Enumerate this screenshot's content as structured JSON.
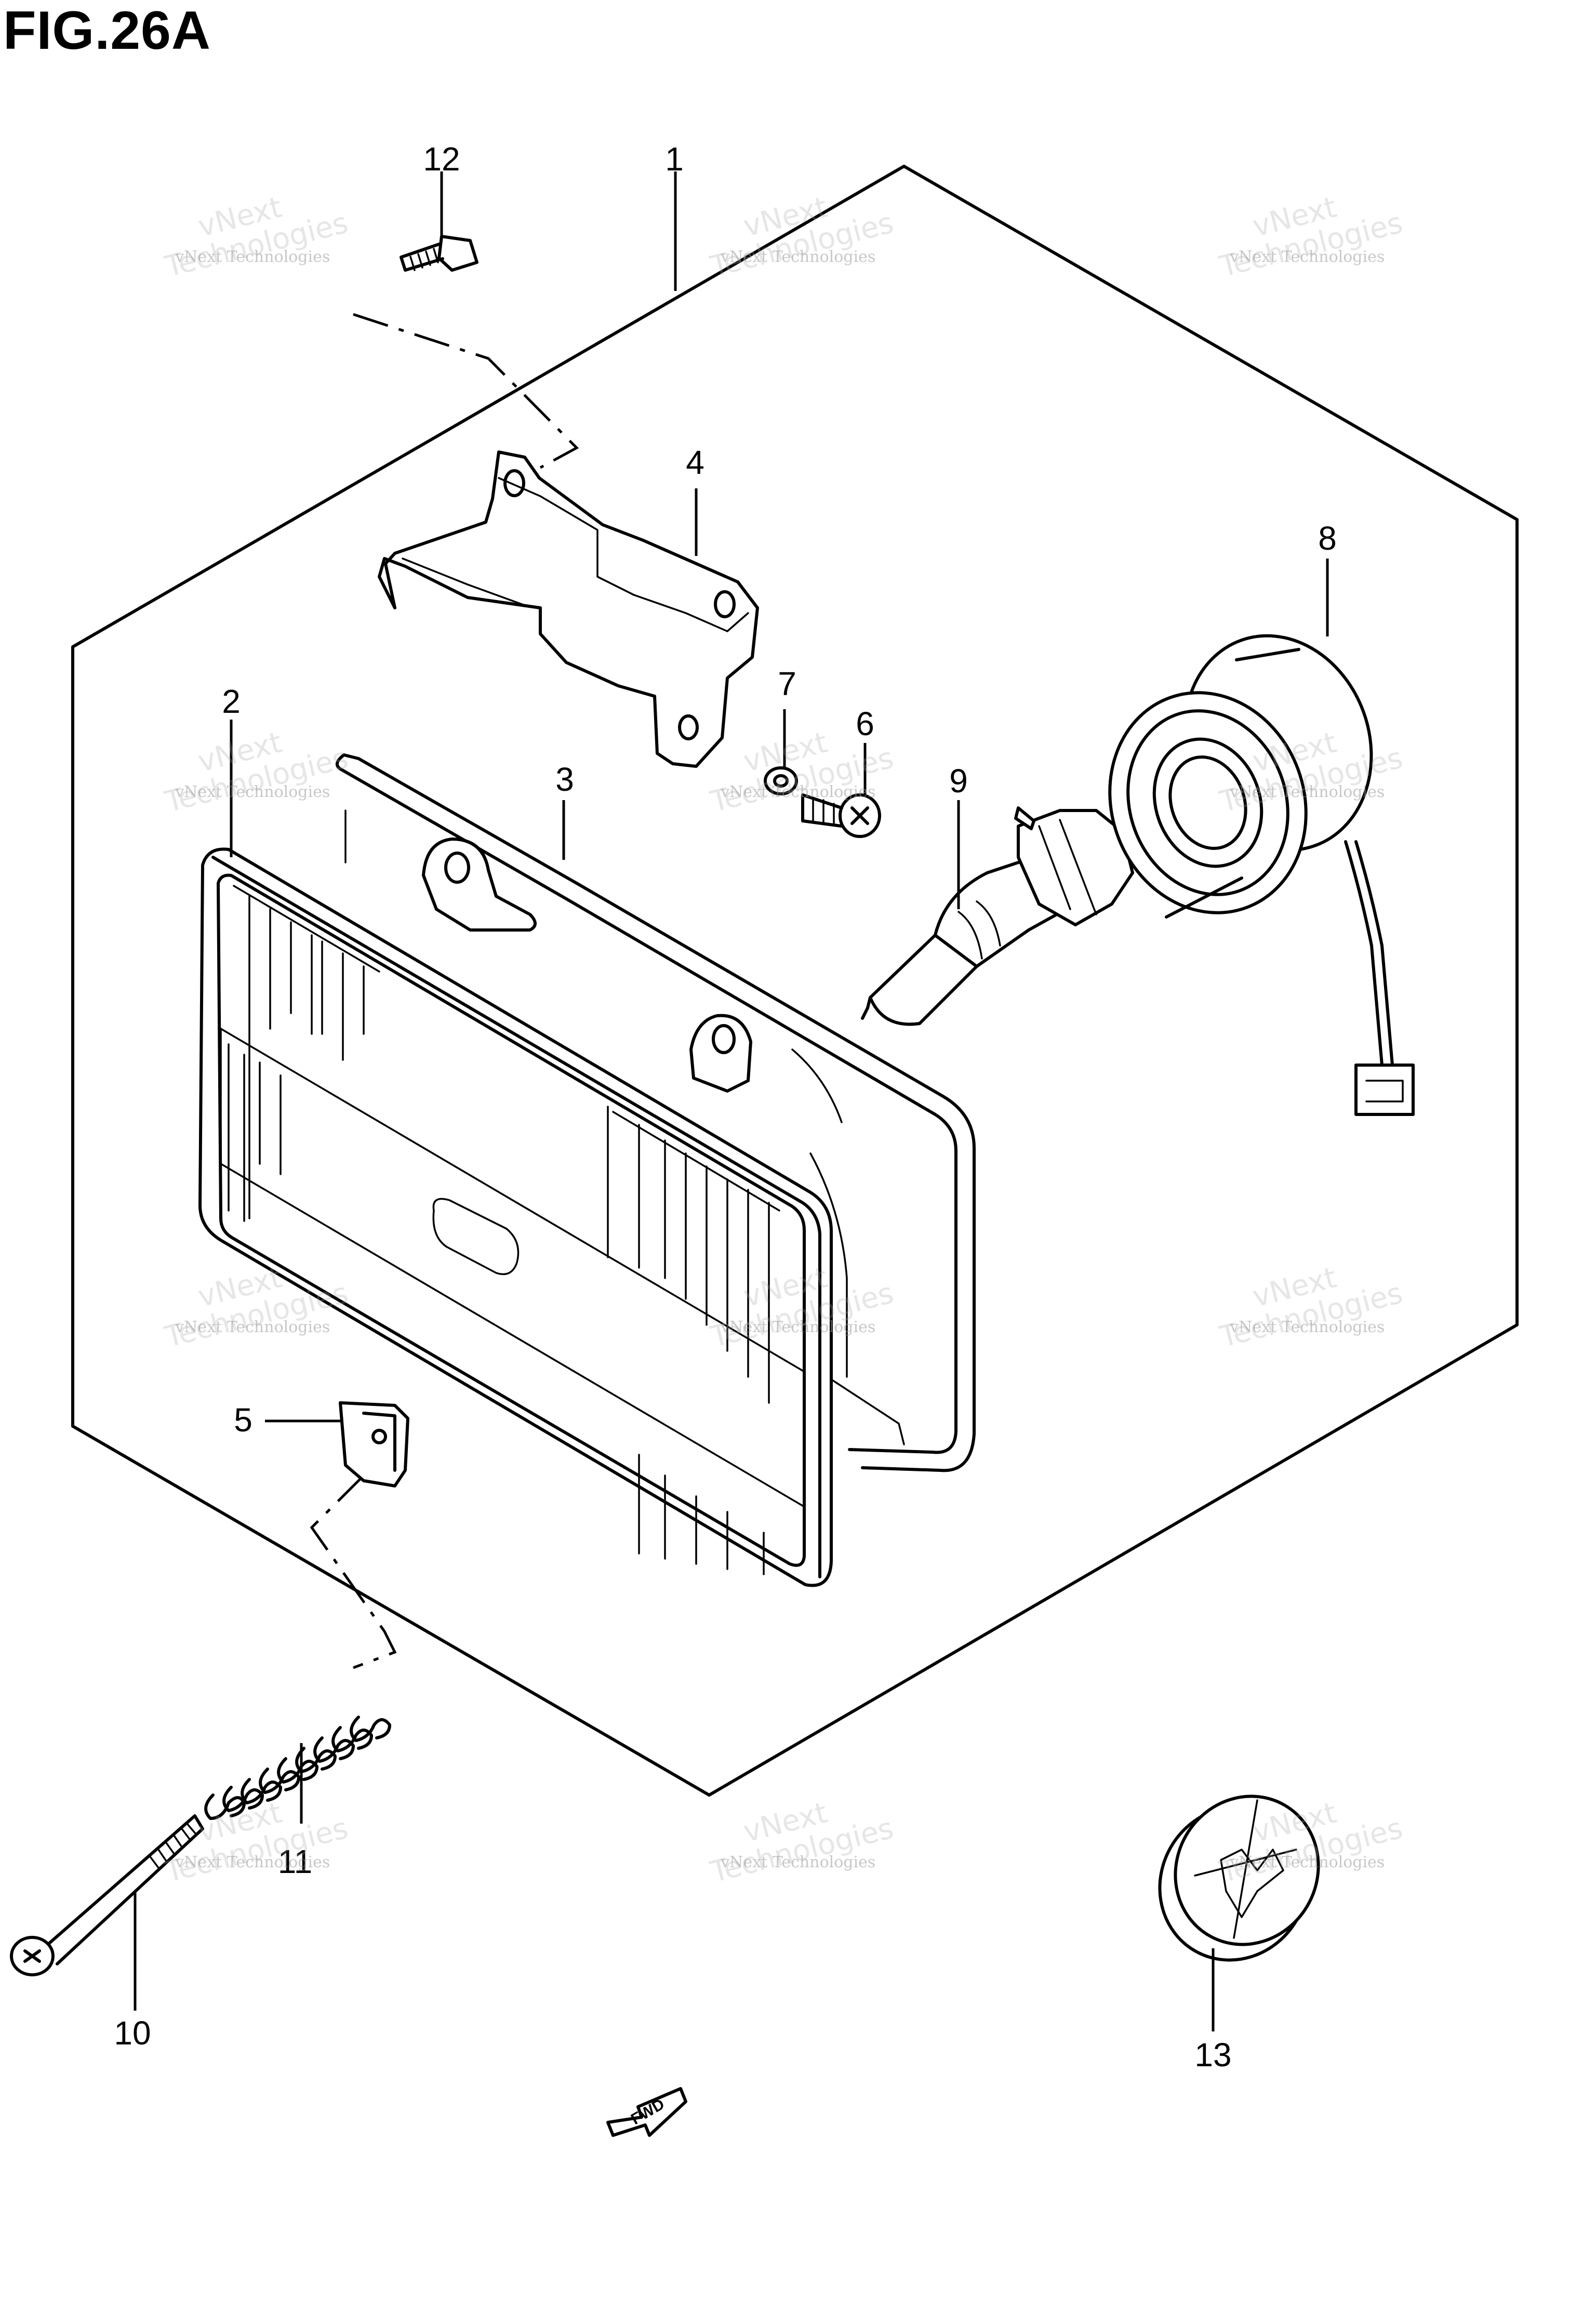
{
  "figure": {
    "title": "FIG.26A"
  },
  "callouts": [
    {
      "id": "1",
      "label": "1"
    },
    {
      "id": "2",
      "label": "2"
    },
    {
      "id": "3",
      "label": "3"
    },
    {
      "id": "4",
      "label": "4"
    },
    {
      "id": "5",
      "label": "5"
    },
    {
      "id": "6",
      "label": "6"
    },
    {
      "id": "7",
      "label": "7"
    },
    {
      "id": "8",
      "label": "8"
    },
    {
      "id": "9",
      "label": "9"
    },
    {
      "id": "10",
      "label": "10"
    },
    {
      "id": "11",
      "label": "11"
    },
    {
      "id": "12",
      "label": "12"
    },
    {
      "id": "13",
      "label": "13"
    }
  ],
  "direction_marker": {
    "label": "FWD"
  },
  "watermark": {
    "line1": "vNext Technologies",
    "line2": "vNext\nTechnologies"
  }
}
